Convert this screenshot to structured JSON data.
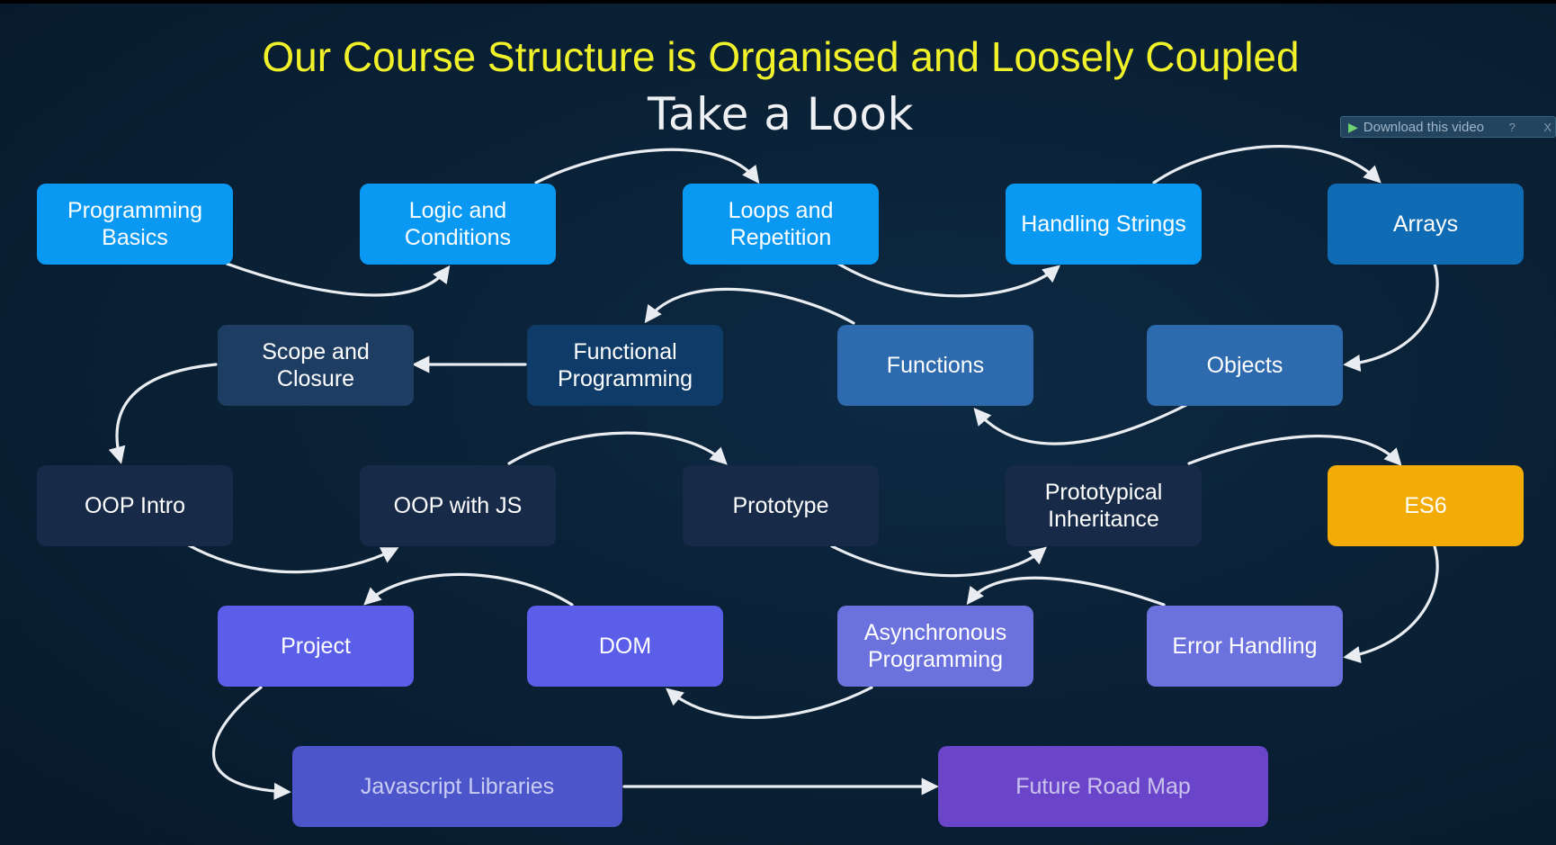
{
  "header": {
    "title": "Our Course Structure is Organised and Loosely Coupled",
    "subtitle": "Take a Look"
  },
  "overlay": {
    "download_label": "Download this video",
    "help_label": "?",
    "close_label": "X",
    "play_icon": "play-icon"
  },
  "nodes": {
    "programming_basics": "Programming\nBasics",
    "logic_conditions": "Logic and\nConditions",
    "loops_repetition": "Loops and\nRepetition",
    "handling_strings": "Handling Strings",
    "arrays": "Arrays",
    "scope_closure": "Scope and\nClosure",
    "functional_programming": "Functional\nProgramming",
    "functions": "Functions",
    "objects": "Objects",
    "oop_intro": "OOP Intro",
    "oop_js": "OOP with JS",
    "prototype": "Prototype",
    "prototypical_inheritance": "Prototypical\nInheritance",
    "es6": "ES6",
    "project": "Project",
    "dom": "DOM",
    "async_programming": "Asynchronous\nProgramming",
    "error_handling": "Error Handling",
    "js_libraries": "Javascript Libraries",
    "future_road_map": "Future Road Map"
  },
  "colors": {
    "bright_blue": "#0a99f2",
    "mid_blue": "#0f6bb4",
    "steel_blue": "#2e6aae",
    "dark_slate": "#1e3d62",
    "deep_navy": "#0f3b69",
    "navy": "#172a48",
    "orange": "#f3ab06",
    "indigo": "#5b5ee8",
    "periwinkle": "#6c72dd",
    "indigo_dim": "#4c55c9",
    "purple": "#6b45c9",
    "arrow": "#e9ecf0",
    "title_yellow": "#f1f12a"
  }
}
